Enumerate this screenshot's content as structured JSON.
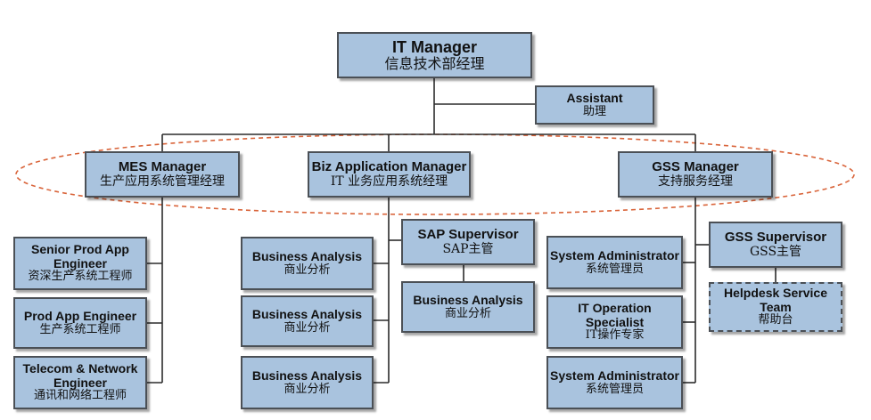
{
  "nodes": {
    "it_manager": {
      "title": "IT Manager",
      "zh": "信息技术部经理"
    },
    "assistant": {
      "title": "Assistant",
      "zh": "助理"
    },
    "mes_manager": {
      "title": "MES Manager",
      "zh": "生产应用系统管理经理"
    },
    "biz_app_manager": {
      "title": "Biz Application Manager",
      "zh": "IT 业务应用系统经理"
    },
    "gss_manager": {
      "title": "GSS Manager",
      "zh": "支持服务经理"
    },
    "senior_prod_app": {
      "title": "Senior Prod App Engineer",
      "zh": "资深生产系统工程师"
    },
    "prod_app": {
      "title": "Prod App Engineer",
      "zh": "生产系统工程师"
    },
    "telecom": {
      "title": "Telecom & Network Engineer",
      "zh": "通讯和网络工程师"
    },
    "ba1": {
      "title": "Business Analysis",
      "zh": "商业分析"
    },
    "ba2": {
      "title": "Business Analysis",
      "zh": "商业分析"
    },
    "ba3": {
      "title": "Business Analysis",
      "zh": "商业分析"
    },
    "sap_supervisor": {
      "title": "SAP Supervisor",
      "zh": "SAP主管"
    },
    "ba4": {
      "title": "Business Analysis",
      "zh": "商业分析"
    },
    "sys_admin1": {
      "title": "System Administrator",
      "zh": "系统管理员"
    },
    "it_op": {
      "title": "IT Operation Specialist",
      "zh": "IT操作专家"
    },
    "sys_admin2": {
      "title": "System Administrator",
      "zh": "系统管理员"
    },
    "gss_supervisor": {
      "title": "GSS Supervisor",
      "zh": "GSS主管"
    },
    "helpdesk": {
      "title": "Helpdesk Service Team",
      "zh": "帮助台"
    }
  },
  "colors": {
    "box_fill": "#a9c3de",
    "box_border": "#4b5056",
    "line": "#2b2b2b",
    "ellipse": "#d9643a"
  }
}
